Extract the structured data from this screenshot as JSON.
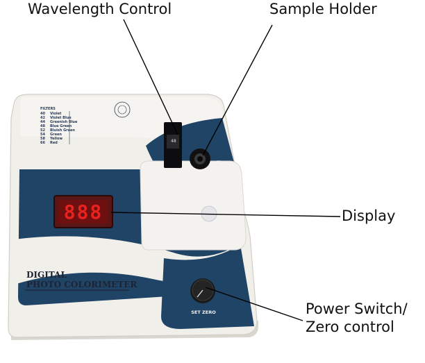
{
  "callouts": {
    "wavelength": "Wavelength Control",
    "sample_holder": "Sample Holder",
    "display": "Display",
    "power_line1": "Power Switch/",
    "power_line2": "Zero control"
  },
  "device": {
    "name_line1": "DIGITAL",
    "name_line2": "PHOTO COLORIMETER",
    "display_value": "888",
    "knob_label": "SET ZERO",
    "slider_value": "48",
    "filters_title": "FILTERS",
    "filters": [
      {
        "code": "40",
        "name": "Violet"
      },
      {
        "code": "42",
        "name": "Violet Blue"
      },
      {
        "code": "44",
        "name": "Greenish Blue"
      },
      {
        "code": "48",
        "name": "Blue Green"
      },
      {
        "code": "52",
        "name": "Bluish Green"
      },
      {
        "code": "54",
        "name": "Green"
      },
      {
        "code": "58",
        "name": "Yellow"
      },
      {
        "code": "66",
        "name": "Red"
      }
    ]
  },
  "colors": {
    "panel_blue": "#1f4466",
    "body": "#f1efea",
    "display_red": "#e8231f",
    "display_bg": "#6e0f10"
  }
}
